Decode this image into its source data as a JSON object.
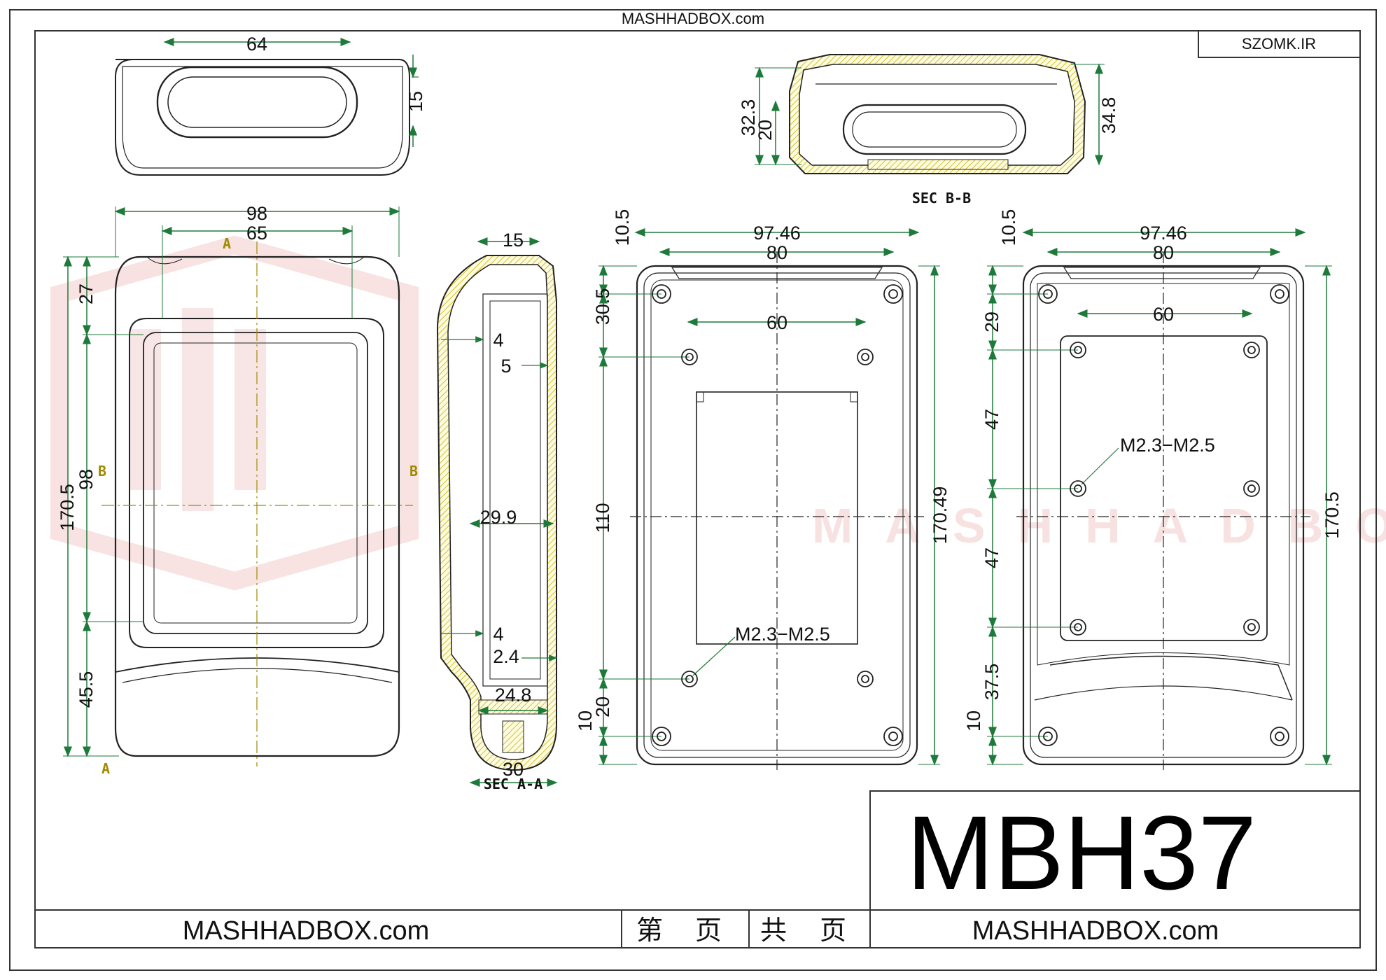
{
  "header": {
    "site": "MASHHADBOX.com",
    "badge": "SZOMK.IR"
  },
  "watermark": {
    "text": "MASHHADBOX"
  },
  "model": "MBH37",
  "footer": {
    "left": "MASHHADBOX.com",
    "c1": "第",
    "c2": "页",
    "c3": "共",
    "c4": "页",
    "right": "MASHHADBOX.com"
  },
  "top_view": {
    "d_width": "64",
    "d_height": "15"
  },
  "sec_bb": {
    "label": "SEC B-B",
    "d_left_outer": "32.3",
    "d_left_inner": "20",
    "d_right": "34.8"
  },
  "front": {
    "d_width": "98",
    "d_window": "65",
    "d_height": "170.5",
    "d_top": "27",
    "d_mid": "98",
    "d_bottom": "45.5",
    "mark_a": "A",
    "mark_b": "B"
  },
  "sec_aa": {
    "label": "SEC A-A",
    "d_top": "15",
    "d_4a": "4",
    "d_5": "5",
    "d_29_9": "29.9",
    "d_4b": "4",
    "d_2_4": "2.4",
    "d_24_8": "24.8",
    "d_30": "30"
  },
  "inner_a": {
    "d_97": "97.46",
    "d_80": "80",
    "d_60": "60",
    "d_10_5": "10.5",
    "d_30_5": "30.5",
    "d_110": "110",
    "d_20": "20",
    "d_10": "10",
    "d_170": "170.49",
    "screw": "M2.3−M2.5"
  },
  "inner_b": {
    "d_97": "97.46",
    "d_80": "80",
    "d_60": "60",
    "d_10_5": "10.5",
    "d_29": "29",
    "d_47a": "47",
    "d_47b": "47",
    "d_37_5": "37.5",
    "d_10": "10",
    "d_170": "170.5",
    "screw": "M2.3−M2.5"
  }
}
